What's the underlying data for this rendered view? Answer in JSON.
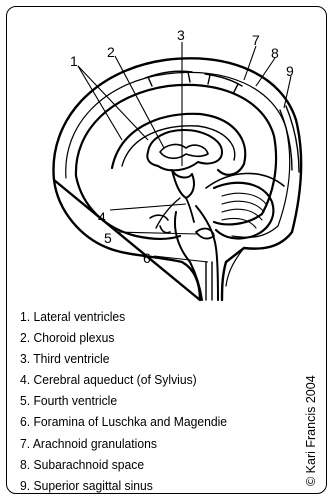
{
  "callouts": [
    "1",
    "2",
    "3",
    "4",
    "5",
    "6",
    "7",
    "8",
    "9"
  ],
  "legend": [
    "1. Lateral ventricles",
    "2. Choroid plexus",
    "3. Third ventricle",
    "4. Cerebral aqueduct (of Sylvius)",
    "5. Fourth ventricle",
    "6. Foramina of Luschka and Magendie",
    "7. Arachnoid granulations",
    "8. Subarachnoid space",
    "9. Superior sagittal sinus"
  ],
  "copyright": "© Kari Francis 2004",
  "colors": {
    "ink": "#000000",
    "background": "#ffffff"
  }
}
